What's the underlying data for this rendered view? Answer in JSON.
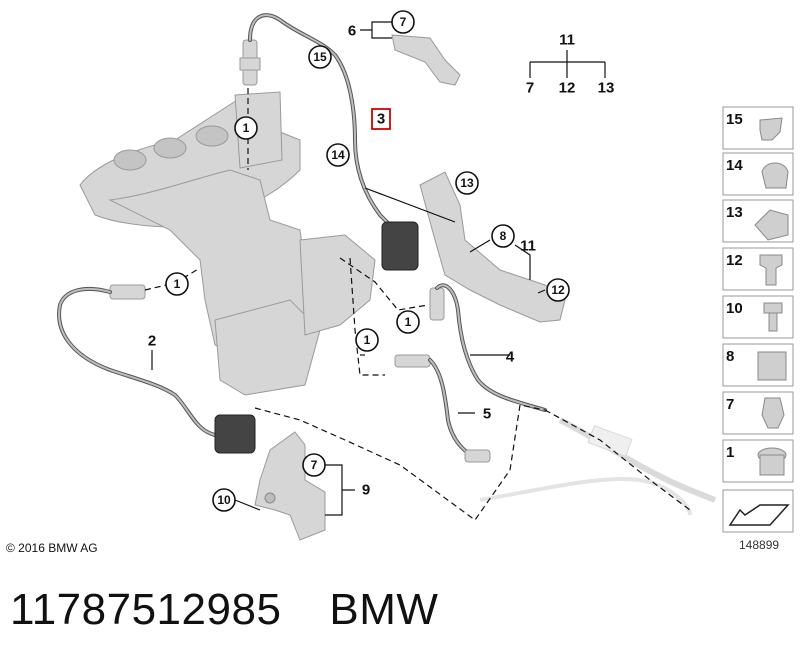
{
  "callouts": {
    "c1a": "1",
    "c1b": "1",
    "c1c": "1",
    "c1d": "1",
    "c2": "2",
    "c3": "3",
    "c4": "4",
    "c5": "5",
    "c6": "6",
    "c7a": "7",
    "c7b": "7",
    "c8": "8",
    "c9": "9",
    "c10": "10",
    "c11a": "11",
    "c11b": "11",
    "c12": "12",
    "c13": "13",
    "c14": "14",
    "c15": "15",
    "t7": "7",
    "t12": "12",
    "t13": "13"
  },
  "panel": [
    "15",
    "14",
    "13",
    "12",
    "10",
    "8",
    "7",
    "1"
  ],
  "copyright": "© 2016 BMW AG",
  "diagram_ref": "148899",
  "caption": {
    "part_number": "11787512985",
    "brand": "BMW"
  },
  "colors": {
    "highlight": "#d40000",
    "line": "#111111",
    "part": "#d6d6d6"
  }
}
